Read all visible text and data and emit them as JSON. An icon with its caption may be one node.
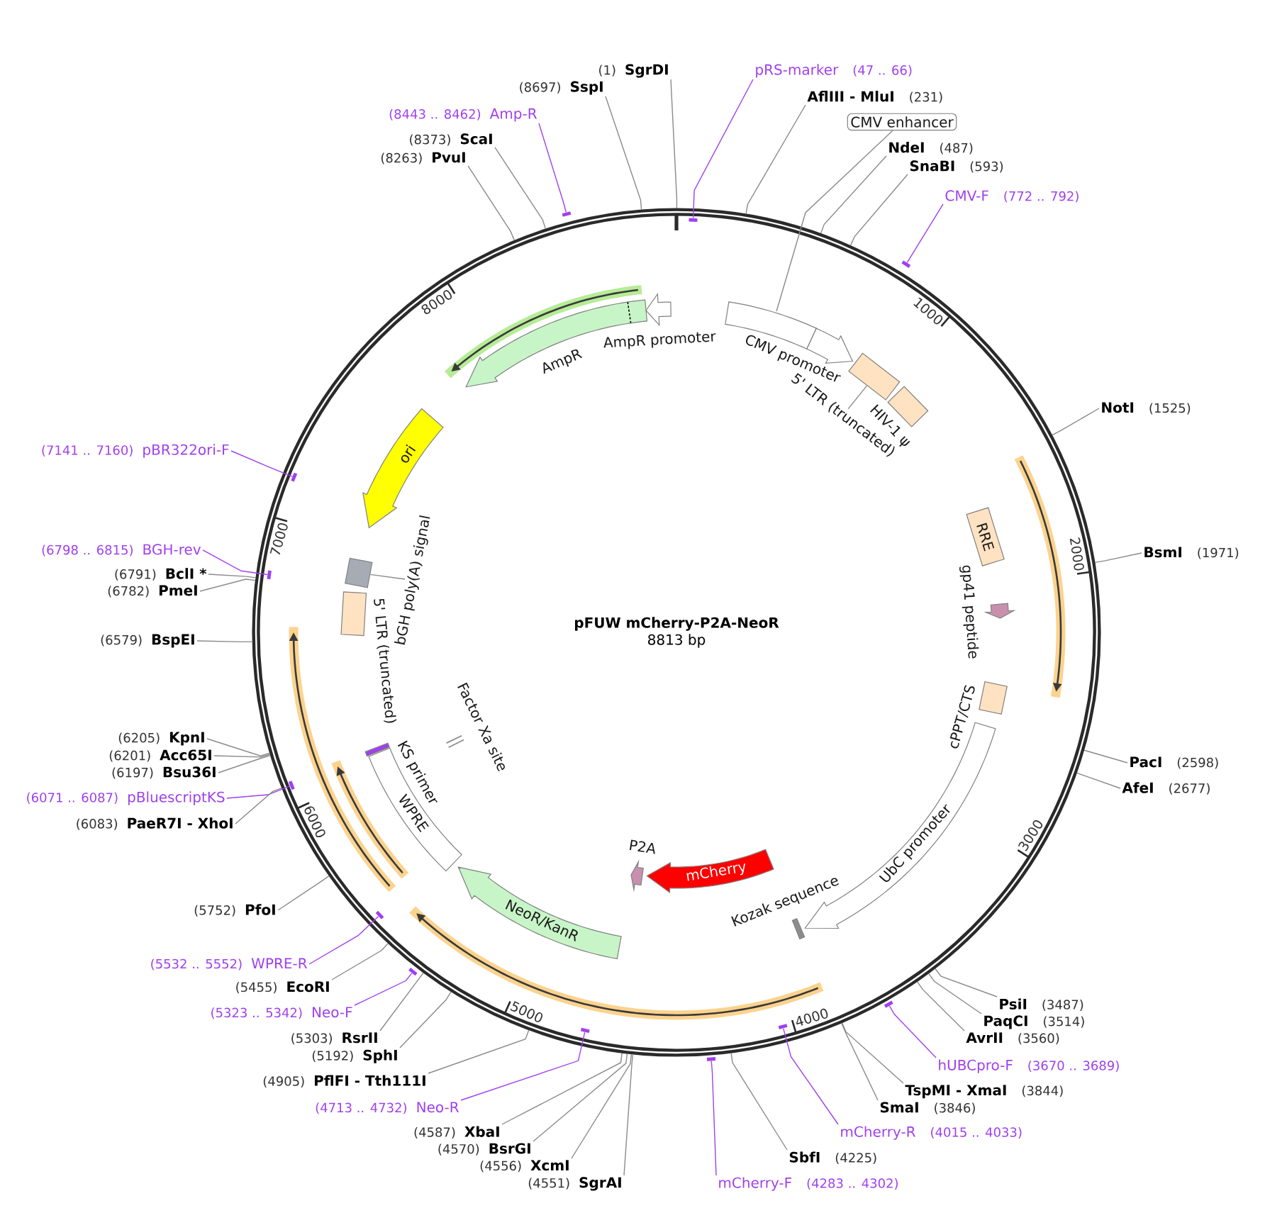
{
  "diagram": {
    "nodes": [
      {
        "text": [
          "pFUW mCherry-P2A-NeoR",
          "8813 bp"
        ]
      },
      {
        "text": [],
        "shape": "box",
        "in": 0
      },
      {
        "text": [
          "CMV promoter"
        ],
        "in": 0
      },
      {
        "text": [],
        "shape": "box",
        "in": 0
      },
      {
        "text": [
          "5' LTR (truncated)"
        ],
        "in": 0
      },
      {
        "text": [
          "HIV-1 ψ"
        ],
        "in": 0
      },
      {
        "text": [
          "RRE"
        ],
        "in": 0
      },
      {
        "text": [
          "gp41 peptide"
        ],
        "in": 0
      },
      {
        "text": [
          "cPPT/CTS"
        ],
        "in": 0
      },
      {
        "text": [
          "UbC promoter"
        ],
        "in": 0
      },
      {
        "text": [
          "Kozak sequence"
        ],
        "in": 0
      },
      {
        "text": [
          "mCherry"
        ],
        "in": 0
      },
      {
        "text": [
          "P2A"
        ],
        "in": 0
      },
      {
        "text": [
          "NeoR/KanR"
        ],
        "in": 0
      },
      {
        "text": [
          "WPRE"
        ],
        "in": 0
      },
      {
        "text": [
          "Factor Xa site"
        ],
        "in": 0
      },
      {
        "text": [
          "KS primer"
        ],
        "in": 0
      },
      {
        "text": [
          "5' LTR (truncated)"
        ],
        "in": 0
      },
      {
        "text": [],
        "shape": "box",
        "in": 0
      },
      {
        "text": [
          "bGH poly(A) signal"
        ],
        "in": 0
      },
      {
        "text": [
          "ori"
        ],
        "in": 0
      },
      {
        "text": [
          "AmpR"
        ],
        "in": 0
      },
      {
        "text": [
          "AmpR promoter"
        ],
        "in": 0
      },
      {
        "text": [
          "(1)",
          "SgrDI"
        ]
      },
      {
        "text": [
          "pRS-marker",
          "(47 .. 66)"
        ]
      },
      {
        "text": [],
        "shape": "bar",
        "in": 0
      },
      {
        "text": [
          "AflIII - MluI",
          "(231)"
        ]
      },
      {
        "text": [
          "CMV enhancer"
        ]
      },
      {
        "text": [
          "NdeI",
          "(487)"
        ]
      },
      {
        "text": [
          "SnaBI",
          "(593)"
        ]
      },
      {
        "text": [
          "CMV-F",
          "(772 .. 792)"
        ]
      },
      {
        "text": [],
        "shape": "bar"
      },
      {
        "text": [
          "NotI",
          "(1525)"
        ]
      },
      {
        "text": [
          "BsmI",
          "(1971)"
        ]
      },
      {
        "text": [
          "PacI",
          "(2598)"
        ]
      },
      {
        "text": [
          "AfeI",
          "(2677)"
        ]
      },
      {
        "text": [
          "PsiI",
          "(3487)"
        ]
      },
      {
        "text": [
          "PaqCI",
          "(3514)"
        ]
      },
      {
        "text": [
          "AvrII",
          "(3560)"
        ]
      },
      {
        "text": [
          "hUBCpro-F",
          "(3670 .. 3689)"
        ]
      },
      {
        "text": [],
        "shape": "bar"
      },
      {
        "text": [
          "TspMI - XmaI",
          "(3844)"
        ]
      },
      {
        "text": [
          "SmaI",
          "(3846)"
        ]
      },
      {
        "text": [
          "mCherry-R",
          "(4015 .. 4033)"
        ]
      },
      {
        "text": [],
        "shape": "bar",
        "in": 0
      },
      {
        "text": [
          "SbfI",
          "(4225)"
        ]
      },
      {
        "text": [
          "mCherry-F",
          "(4283 .. 4302)"
        ]
      },
      {
        "text": [],
        "shape": "bar"
      },
      {
        "text": [
          "(4551)",
          "SgrAI"
        ]
      },
      {
        "text": [
          "(4556)",
          "XcmI"
        ]
      },
      {
        "text": [
          "(4570)",
          "BsrGI"
        ]
      },
      {
        "text": [
          "(4587)",
          "XbaI"
        ]
      },
      {
        "text": [
          "(4713 .. 4732)",
          "Neo-R"
        ]
      },
      {
        "text": [],
        "shape": "bar",
        "in": 0
      },
      {
        "text": [
          "(4905)",
          "PflFI - Tth111I"
        ]
      },
      {
        "text": [
          "(5192)",
          "SphI"
        ]
      },
      {
        "text": [
          "(5303)",
          "RsrII"
        ]
      },
      {
        "text": [
          "(5323 .. 5342)",
          "Neo-F"
        ]
      },
      {
        "text": [],
        "shape": "bar"
      },
      {
        "text": [
          "(5455)",
          "EcoRI"
        ]
      },
      {
        "text": [
          "(5532 .. 5552)",
          "WPRE-R"
        ]
      },
      {
        "text": [],
        "shape": "bar",
        "in": 0
      },
      {
        "text": [
          "(5752)",
          "PfoI"
        ]
      },
      {
        "text": [
          "(6071 .. 6087)",
          "pBluescriptKS"
        ]
      },
      {
        "text": [],
        "shape": "bar",
        "in": 0
      },
      {
        "text": [
          "(6083)",
          "PaeR7I - XhoI"
        ]
      },
      {
        "text": [
          "(6197)",
          "Bsu36I"
        ]
      },
      {
        "text": [
          "(6201)",
          "Acc65I"
        ]
      },
      {
        "text": [
          "(6205)",
          "KpnI"
        ]
      },
      {
        "text": [
          "(6579)",
          "BspEI"
        ]
      },
      {
        "text": [
          "(6782)",
          "PmeI"
        ]
      },
      {
        "text": [
          "(6791)",
          "BclI *"
        ]
      },
      {
        "text": [
          "(6798 .. 6815)",
          "BGH-rev"
        ]
      },
      {
        "text": [],
        "shape": "bar",
        "in": 0
      },
      {
        "text": [
          "(7141 .. 7160)",
          "pBR322ori-F"
        ]
      },
      {
        "text": [],
        "shape": "bar",
        "in": 0
      },
      {
        "text": [
          "(8263)",
          "PvuI"
        ]
      },
      {
        "text": [
          "(8373)",
          "ScaI"
        ]
      },
      {
        "text": [
          "(8443 .. 8462)",
          "Amp-R"
        ]
      },
      {
        "text": [],
        "shape": "bar"
      },
      {
        "text": [
          "(8697)",
          "SspI"
        ]
      }
    ],
    "edges": [
      {
        "from": 4,
        "to": 3,
        "arrow": "none"
      },
      {
        "from": 19,
        "to": 18,
        "arrow": "none"
      },
      {
        "from": 23,
        "to": 0,
        "arrow": "none"
      },
      {
        "from": 24,
        "to": 25,
        "arrow": "none",
        "color": "#a040ee"
      },
      {
        "from": 26,
        "to": 0,
        "arrow": "none"
      },
      {
        "from": 27,
        "to": 1,
        "arrow": "none"
      },
      {
        "from": 28,
        "to": 0,
        "arrow": "none"
      },
      {
        "from": 29,
        "to": 0,
        "arrow": "none"
      },
      {
        "from": 30,
        "to": 31,
        "arrow": "none",
        "color": "#a040ee"
      },
      {
        "from": 32,
        "to": 0,
        "arrow": "none"
      },
      {
        "from": 33,
        "to": 0,
        "arrow": "none"
      },
      {
        "from": 34,
        "to": 0,
        "arrow": "none"
      },
      {
        "from": 35,
        "to": 0,
        "arrow": "none"
      },
      {
        "from": 36,
        "to": 0,
        "arrow": "none"
      },
      {
        "from": 37,
        "to": 0,
        "arrow": "none"
      },
      {
        "from": 38,
        "to": 0,
        "arrow": "none"
      },
      {
        "from": 39,
        "to": 40,
        "arrow": "none",
        "color": "#a040ee"
      },
      {
        "from": 41,
        "to": 0,
        "arrow": "none"
      },
      {
        "from": 42,
        "to": 0,
        "arrow": "none"
      },
      {
        "from": 43,
        "to": 44,
        "arrow": "none",
        "color": "#a040ee"
      },
      {
        "from": 45,
        "to": 0,
        "arrow": "none"
      },
      {
        "from": 46,
        "to": 47,
        "arrow": "none",
        "color": "#a040ee"
      },
      {
        "from": 48,
        "to": 0,
        "arrow": "none"
      },
      {
        "from": 49,
        "to": 0,
        "arrow": "none"
      },
      {
        "from": 50,
        "to": 0,
        "arrow": "none"
      },
      {
        "from": 51,
        "to": 0,
        "arrow": "none"
      },
      {
        "from": 52,
        "to": 53,
        "arrow": "none",
        "color": "#a040ee"
      },
      {
        "from": 54,
        "to": 0,
        "arrow": "none"
      },
      {
        "from": 55,
        "to": 0,
        "arrow": "none"
      },
      {
        "from": 56,
        "to": 0,
        "arrow": "none"
      },
      {
        "from": 57,
        "to": 58,
        "arrow": "none",
        "color": "#a040ee"
      },
      {
        "from": 59,
        "to": 0,
        "arrow": "none"
      },
      {
        "from": 60,
        "to": 61,
        "arrow": "none",
        "color": "#a040ee"
      },
      {
        "from": 62,
        "to": 0,
        "arrow": "none"
      },
      {
        "from": 63,
        "to": 64,
        "arrow": "none",
        "color": "#a040ee"
      },
      {
        "from": 65,
        "to": 0,
        "arrow": "none"
      },
      {
        "from": 66,
        "to": 0,
        "arrow": "none"
      },
      {
        "from": 67,
        "to": 0,
        "arrow": "none"
      },
      {
        "from": 68,
        "to": 0,
        "arrow": "none"
      },
      {
        "from": 69,
        "to": 0,
        "arrow": "none"
      },
      {
        "from": 70,
        "to": 0,
        "arrow": "none"
      },
      {
        "from": 71,
        "to": 0,
        "arrow": "none"
      },
      {
        "from": 72,
        "to": 73,
        "arrow": "none",
        "color": "#a040ee"
      },
      {
        "from": 74,
        "to": 75,
        "arrow": "none",
        "color": "#a040ee"
      },
      {
        "from": 76,
        "to": 0,
        "arrow": "none"
      },
      {
        "from": 77,
        "to": 0,
        "arrow": "none"
      },
      {
        "from": 78,
        "to": 79,
        "arrow": "none",
        "color": "#a040ee"
      },
      {
        "from": 80,
        "to": 0,
        "arrow": "none"
      }
    ],
    "labels": [
      "1000",
      "2000",
      "3000",
      "4000",
      "5000",
      "6000",
      "7000",
      "8000"
    ]
  }
}
